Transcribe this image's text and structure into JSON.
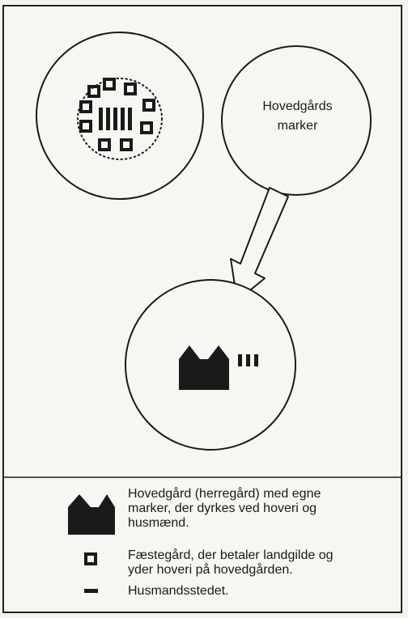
{
  "fields_circle": {
    "lines": [
      "Hovedgårds",
      "marker"
    ]
  },
  "legend": {
    "manor": [
      "Hovedgård (herregård) med egne",
      "marker, der dyrkes ved hoveri og",
      "husmænd."
    ],
    "tenant_farm": [
      "Fæstegård, der betaler landgilde og",
      "yder hoveri på hovedgården."
    ],
    "cottager": [
      "Husmandsstedet."
    ]
  },
  "colors": {
    "ink": "#1a1a1a",
    "paper": "#f7f6f2"
  }
}
